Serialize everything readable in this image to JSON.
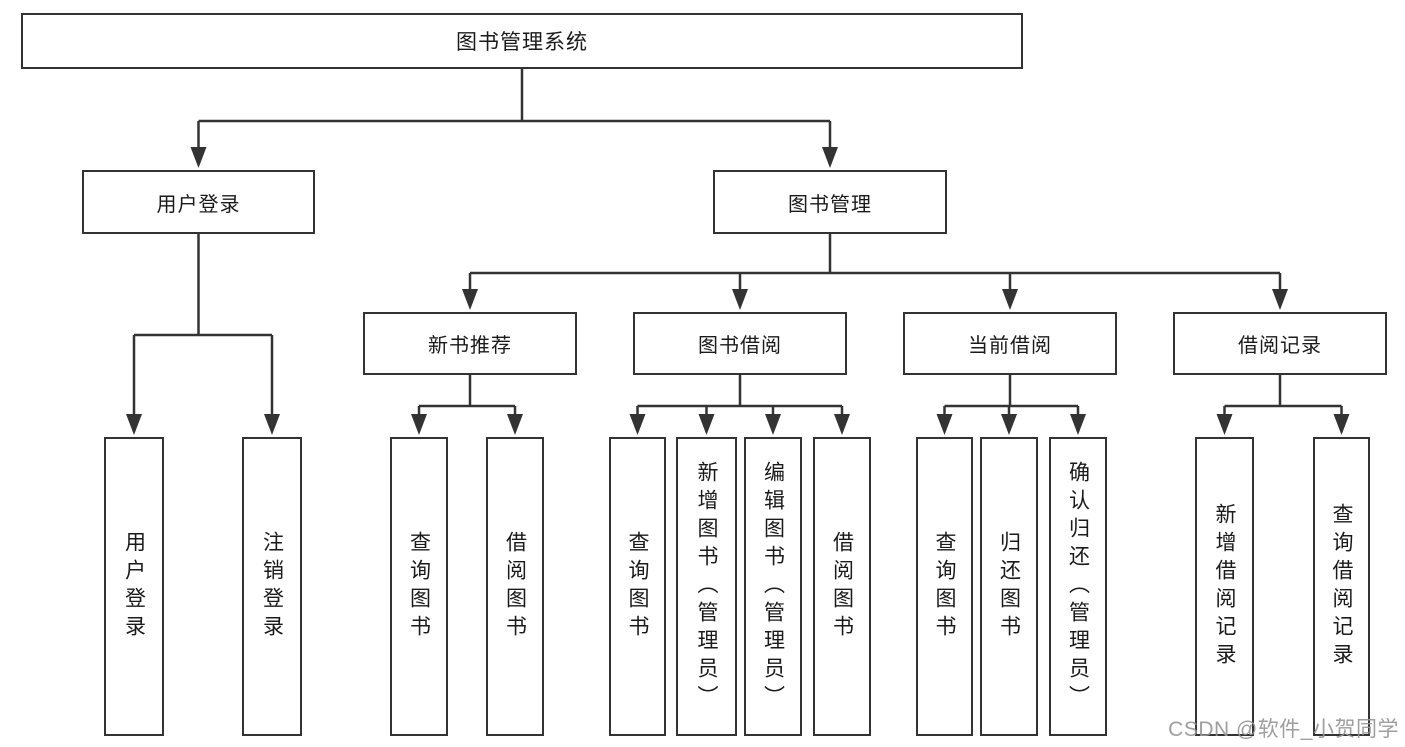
{
  "diagram": {
    "root": {
      "label": "图书管理系统"
    },
    "branches": [
      {
        "label": "用户登录",
        "children": [
          {
            "label": "用户登录"
          },
          {
            "label": "注销登录"
          }
        ]
      },
      {
        "label": "图书管理",
        "sections": [
          {
            "label": "新书推荐",
            "children": [
              {
                "label": "查询图书"
              },
              {
                "label": "借阅图书"
              }
            ]
          },
          {
            "label": "图书借阅",
            "children": [
              {
                "label": "查询图书"
              },
              {
                "label": "新增图书（管理员）"
              },
              {
                "label": "编辑图书（管理员）"
              },
              {
                "label": "借阅图书"
              }
            ]
          },
          {
            "label": "当前借阅",
            "children": [
              {
                "label": "查询图书"
              },
              {
                "label": "归还图书"
              },
              {
                "label": "确认归还（管理员）"
              }
            ]
          },
          {
            "label": "借阅记录",
            "children": [
              {
                "label": "新增借阅记录"
              },
              {
                "label": "查询借阅记录"
              }
            ]
          }
        ]
      }
    ]
  },
  "watermark": {
    "text": "CSDN @软件_小贺同学"
  },
  "colors": {
    "line": "#333333",
    "ink": "#1a1a1a",
    "box_bg": "#ffffff",
    "watermark": "#969696",
    "page_bg": "#ffffff"
  }
}
